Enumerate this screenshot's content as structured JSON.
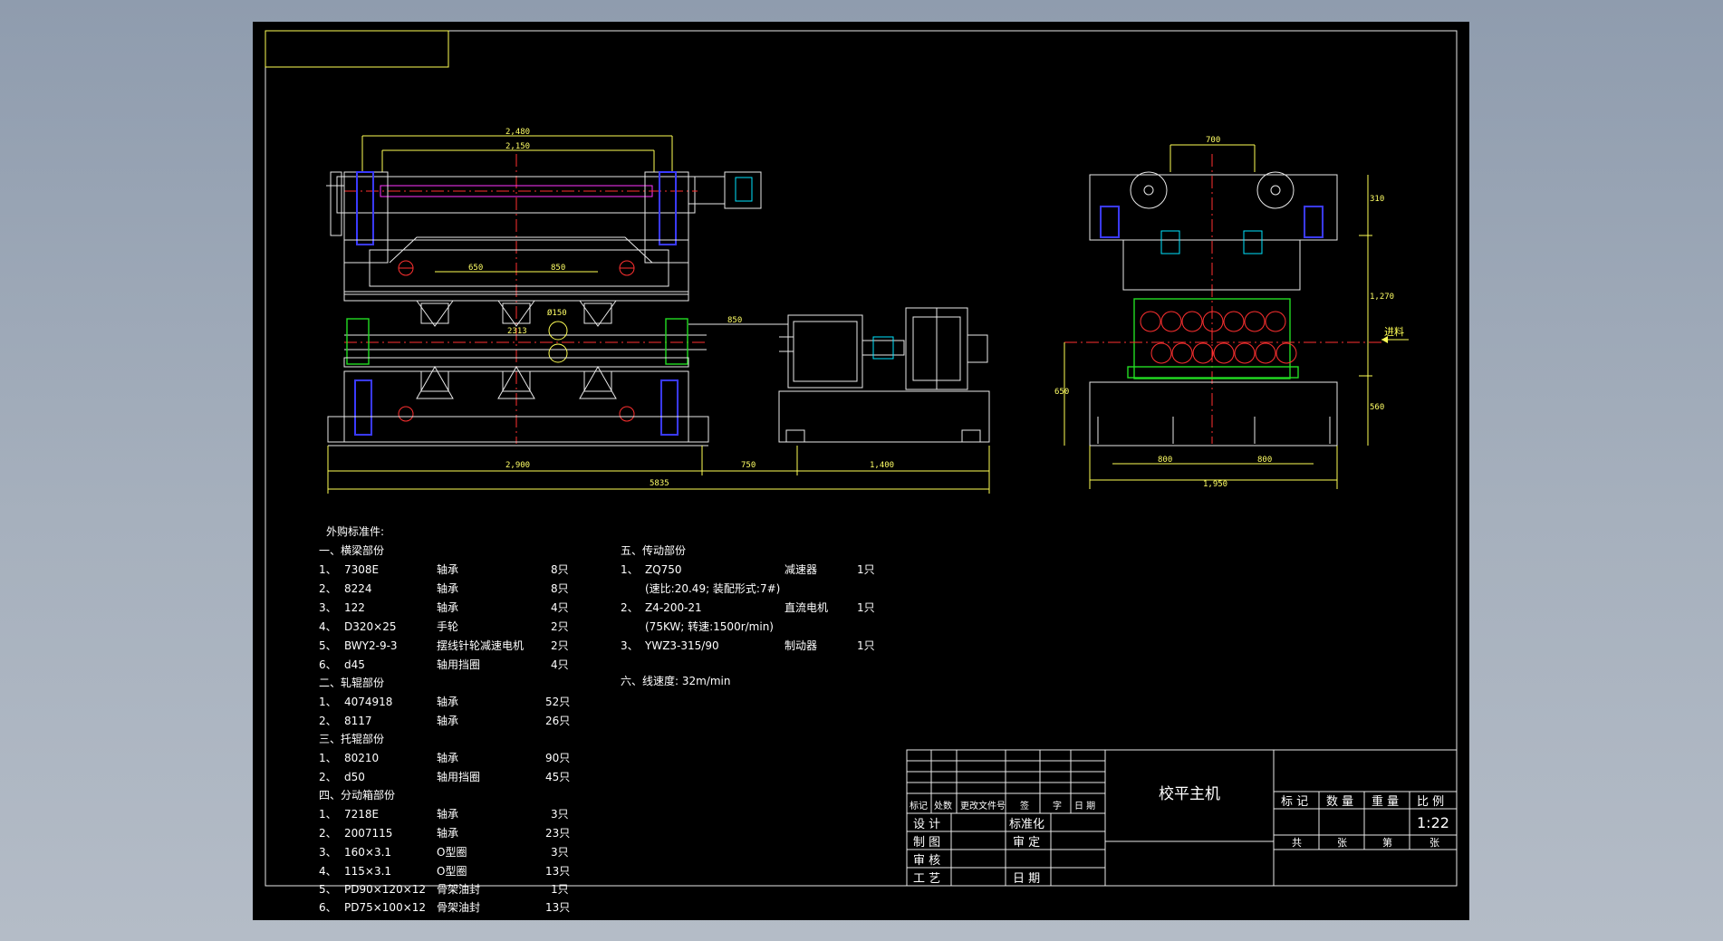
{
  "front_view": {
    "dims": [
      "2,480",
      "2,150",
      "650",
      "850",
      "Ø150",
      "2313",
      "850",
      "2,900",
      "750",
      "1,400",
      "5835"
    ]
  },
  "side_view": {
    "dims": [
      "700",
      "310",
      "1,270",
      "650",
      "560",
      "800",
      "800",
      "1,950"
    ],
    "feed_label": "进料"
  },
  "notes": {
    "header": "外购标准件:",
    "left": [
      {
        "title": "一、横梁部份",
        "items": [
          {
            "n": "1、",
            "code": "7308E",
            "name": "轴承",
            "qty": "8只"
          },
          {
            "n": "2、",
            "code": "8224",
            "name": "轴承",
            "qty": "8只"
          },
          {
            "n": "3、",
            "code": "122",
            "name": "轴承",
            "qty": "4只"
          },
          {
            "n": "4、",
            "code": "D320×25",
            "name": "手轮",
            "qty": "2只"
          },
          {
            "n": "5、",
            "code": "BWY2-9-3",
            "name": "摆线针轮减速电机",
            "qty": "2只"
          },
          {
            "n": "6、",
            "code": "d45",
            "name": "轴用挡圈",
            "qty": "4只"
          }
        ]
      },
      {
        "title": "二、轧辊部份",
        "items": [
          {
            "n": "1、",
            "code": "4074918",
            "name": "轴承",
            "qty": "52只"
          },
          {
            "n": "2、",
            "code": "8117",
            "name": "轴承",
            "qty": "26只"
          }
        ]
      },
      {
        "title": "三、托辊部份",
        "items": [
          {
            "n": "1、",
            "code": "80210",
            "name": "轴承",
            "qty": "90只"
          },
          {
            "n": "2、",
            "code": "d50",
            "name": "轴用挡圈",
            "qty": "45只"
          }
        ]
      },
      {
        "title": "四、分动箱部份",
        "items": [
          {
            "n": "1、",
            "code": "7218E",
            "name": "轴承",
            "qty": "3只"
          },
          {
            "n": "2、",
            "code": "2007115",
            "name": "轴承",
            "qty": "23只"
          },
          {
            "n": "3、",
            "code": "160×3.1",
            "name": "O型圈",
            "qty": "3只"
          },
          {
            "n": "4、",
            "code": "115×3.1",
            "name": "O型圈",
            "qty": "13只"
          },
          {
            "n": "5、",
            "code": "PD90×120×12",
            "name": "骨架油封",
            "qty": "1只"
          },
          {
            "n": "6、",
            "code": "PD75×100×12",
            "name": "骨架油封",
            "qty": "13只"
          }
        ]
      }
    ],
    "right_title": "五、传动部份",
    "right_items": [
      {
        "n": "1、",
        "code": "ZQ750",
        "name": "减速器",
        "qty": "1只",
        "sub": "(速比:20.49; 装配形式:7#)"
      },
      {
        "n": "2、",
        "code": "Z4-200-21",
        "name": "直流电机",
        "qty": "1只",
        "sub": "(75KW; 转速:1500r/min)"
      },
      {
        "n": "3、",
        "code": "YWZ3-315/90",
        "name": "制动器",
        "qty": "1只",
        "sub": ""
      }
    ],
    "speed": "六、线速度: 32m/min"
  },
  "title_block": {
    "drawing_name": "校平主机",
    "rev_headers": [
      "标记",
      "处数",
      "更改文件号",
      "签",
      "字",
      "日 期"
    ],
    "roles_left": [
      "设 计",
      "制 图",
      "审 核",
      "工 艺"
    ],
    "roles_right": [
      "标准化",
      "审 定",
      "",
      "日 期"
    ],
    "attr_headers": [
      "标 记",
      "数 量",
      "重 量",
      "比 例"
    ],
    "scale": "1:22",
    "sheet_labels": [
      "共",
      "张",
      "第",
      "张"
    ]
  }
}
